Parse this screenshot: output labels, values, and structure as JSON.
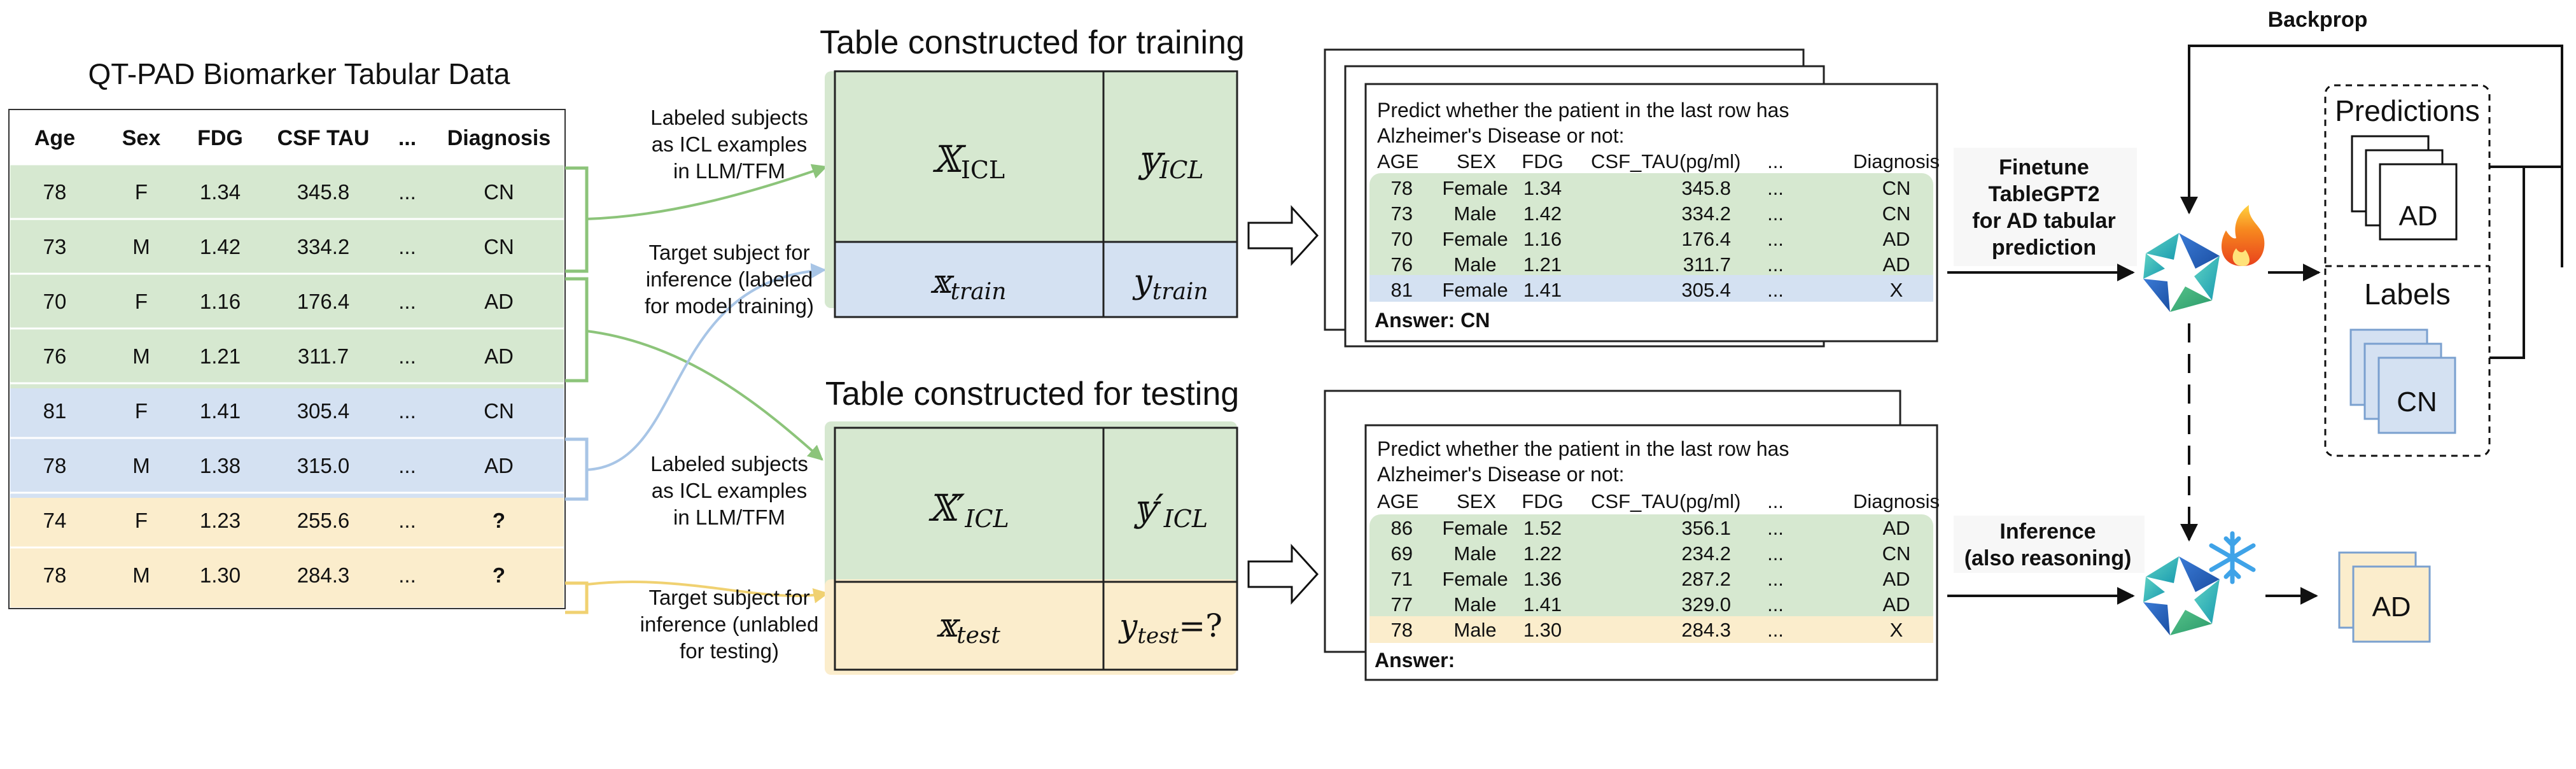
{
  "source_table": {
    "title": "QT-PAD Biomarker Tabular Data",
    "headers": [
      "Age",
      "Sex",
      "FDG",
      "CSF TAU",
      "...",
      "Diagnosis"
    ],
    "rows": [
      [
        "78",
        "F",
        "1.34",
        "345.8",
        "...",
        "CN"
      ],
      [
        "73",
        "M",
        "1.42",
        "334.2",
        "...",
        "CN"
      ],
      [
        "70",
        "F",
        "1.16",
        "176.4",
        "...",
        "AD"
      ],
      [
        "76",
        "M",
        "1.21",
        "311.7",
        "...",
        "AD"
      ],
      [
        "81",
        "F",
        "1.41",
        "305.4",
        "...",
        "CN"
      ],
      [
        "78",
        "M",
        "1.38",
        "315.0",
        "...",
        "AD"
      ],
      [
        "74",
        "F",
        "1.23",
        "255.6",
        "...",
        "?"
      ],
      [
        "78",
        "M",
        "1.30",
        "284.3",
        "...",
        "?"
      ]
    ]
  },
  "annotations": {
    "icl_train": [
      "Labeled subjects",
      "as ICL examples",
      "in LLM/TFM"
    ],
    "target_train": [
      "Target subject for",
      "inference (labeled",
      "for model training)"
    ],
    "icl_test": [
      "Labeled subjects",
      "as ICL examples",
      "in LLM/TFM"
    ],
    "target_test": [
      "Target subject for",
      "inference (unlabled",
      "for testing)"
    ]
  },
  "train_table": {
    "title": "Table constructed for training",
    "x_icl": "𝕏",
    "x_icl_sub": "ICL",
    "y_icl": "𝕪",
    "y_icl_sub": "ICL",
    "x_row": "𝕩",
    "x_row_sub": "train",
    "y_row": "y",
    "y_row_sub": "train"
  },
  "test_table": {
    "title": "Table constructed for testing",
    "x_icl": "𝕏′",
    "x_icl_sub": "ICL",
    "y_icl": "𝕪′",
    "y_icl_sub": "ICL",
    "x_row": "𝕩",
    "x_row_sub": "test",
    "y_row": "y",
    "y_row_sub": "test",
    "y_row_suffix": "=?"
  },
  "prompt_common": {
    "line1": "Predict whether the patient in the last row has",
    "line2": "Alzheimer's Disease or not:",
    "headers": [
      "AGE",
      "SEX",
      "FDG",
      "CSF_TAU(pg/ml)",
      "...",
      "Diagnosis"
    ]
  },
  "train_prompt": {
    "rows": [
      [
        "78",
        "Female",
        "1.34",
        "345.8",
        "...",
        "CN"
      ],
      [
        "73",
        "Male",
        "1.42",
        "334.2",
        "...",
        "CN"
      ],
      [
        "70",
        "Female",
        "1.16",
        "176.4",
        "...",
        "AD"
      ],
      [
        "76",
        "Male",
        "1.21",
        "311.7",
        "...",
        "AD"
      ],
      [
        "81",
        "Female",
        "1.41",
        "305.4",
        "...",
        "X"
      ]
    ],
    "answer": "Answer: CN"
  },
  "test_prompt": {
    "rows": [
      [
        "86",
        "Female",
        "1.52",
        "356.1",
        "...",
        "AD"
      ],
      [
        "69",
        "Male",
        "1.22",
        "234.2",
        "...",
        "CN"
      ],
      [
        "71",
        "Female",
        "1.36",
        "287.2",
        "...",
        "AD"
      ],
      [
        "77",
        "Male",
        "1.41",
        "329.0",
        "...",
        "AD"
      ],
      [
        "78",
        "Male",
        "1.30",
        "284.3",
        "...",
        "X"
      ]
    ],
    "answer": "Answer:"
  },
  "finetune_label": [
    "Finetune",
    "TableGPT2",
    "for AD tabular",
    "prediction"
  ],
  "inference_label": [
    "Inference",
    "(also reasoning)"
  ],
  "backprop_label": "Backprop",
  "predictions_label": "Predictions",
  "prediction_value": "AD",
  "labels_label": "Labels",
  "label_value": "CN",
  "output_value": "AD",
  "colors": {
    "green": "#d6e8d0",
    "blue": "#d4e1f2",
    "yellow": "#fbedcc",
    "green_line": "#8cc47a",
    "blue_line": "#a8c5e6",
    "yellow_line": "#f0d171"
  }
}
